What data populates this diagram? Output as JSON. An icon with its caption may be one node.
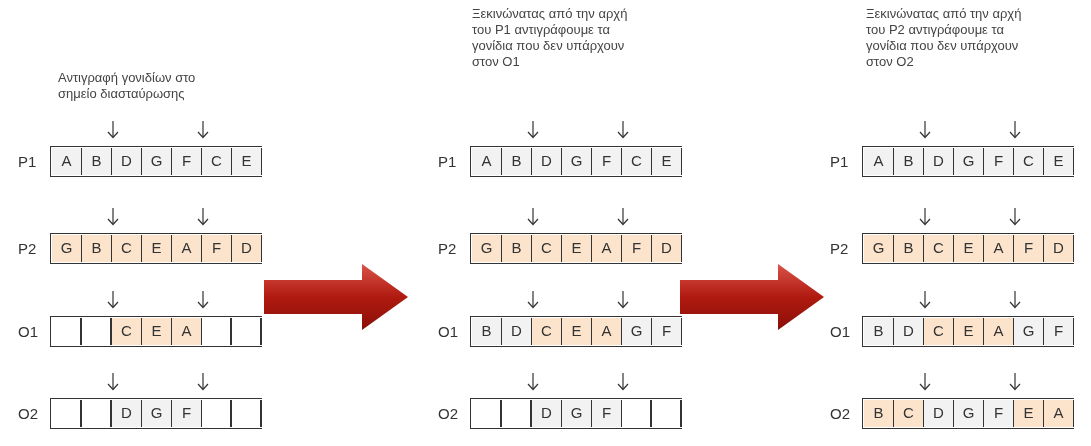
{
  "diagram": {
    "nodes": [
      {
        "text": [],
        "shape": "bar",
        "beside": [
          "P1"
        ]
      },
      {
        "text": [
          "A"
        ],
        "in": 0
      },
      {
        "text": [
          "B"
        ],
        "in": 0
      },
      {
        "text": [
          "D"
        ],
        "in": 0
      },
      {
        "text": [
          "G"
        ],
        "in": 0
      },
      {
        "text": [
          "F"
        ],
        "in": 0
      },
      {
        "text": [
          "C"
        ],
        "in": 0
      },
      {
        "text": [
          "E"
        ],
        "in": 0
      },
      {
        "text": [],
        "shape": "bar",
        "beside": [
          "P2"
        ]
      },
      {
        "text": [
          "G"
        ],
        "in": 8
      },
      {
        "text": [
          "B"
        ],
        "in": 8
      },
      {
        "text": [
          "C"
        ],
        "in": 8
      },
      {
        "text": [
          "E"
        ],
        "in": 8
      },
      {
        "text": [
          "A"
        ],
        "in": 8
      },
      {
        "text": [
          "F"
        ],
        "in": 8
      },
      {
        "text": [
          "D"
        ],
        "in": 8
      },
      {
        "text": [],
        "shape": "bar",
        "beside": [
          "O1"
        ]
      },
      {
        "text": [],
        "shape": "box",
        "in": 16
      },
      {
        "text": [],
        "shape": "box",
        "in": 16
      },
      {
        "text": [
          "C"
        ],
        "in": 16
      },
      {
        "text": [
          "E"
        ],
        "in": 16
      },
      {
        "text": [
          "A"
        ],
        "in": 16
      },
      {
        "text": [],
        "shape": "box",
        "in": 16
      },
      {
        "text": [],
        "shape": "box",
        "in": 16
      },
      {
        "text": [],
        "shape": "bar",
        "beside": [
          "O2"
        ]
      },
      {
        "text": [],
        "shape": "box",
        "in": 24
      },
      {
        "text": [],
        "shape": "box",
        "in": 24
      },
      {
        "text": [
          "D"
        ],
        "in": 24
      },
      {
        "text": [
          "G"
        ],
        "in": 24
      },
      {
        "text": [
          "F"
        ],
        "in": 24
      },
      {
        "text": [],
        "shape": "box",
        "in": 24
      },
      {
        "text": [],
        "shape": "box",
        "in": 24
      },
      {
        "text": [],
        "shape": "bar",
        "beside": [
          "P1"
        ]
      },
      {
        "text": [
          "A"
        ],
        "in": 32
      },
      {
        "text": [
          "B"
        ],
        "in": 32
      },
      {
        "text": [
          "D"
        ],
        "in": 32
      },
      {
        "text": [
          "G"
        ],
        "in": 32
      },
      {
        "text": [
          "F"
        ],
        "in": 32
      },
      {
        "text": [
          "C"
        ],
        "in": 32
      },
      {
        "text": [
          "E"
        ],
        "in": 32
      },
      {
        "text": [],
        "shape": "bar",
        "beside": [
          "P2"
        ]
      },
      {
        "text": [
          "G"
        ],
        "in": 40
      },
      {
        "text": [
          "B"
        ],
        "in": 40
      },
      {
        "text": [
          "C"
        ],
        "in": 40
      },
      {
        "text": [
          "E"
        ],
        "in": 40
      },
      {
        "text": [
          "A"
        ],
        "in": 40
      },
      {
        "text": [
          "F"
        ],
        "in": 40
      },
      {
        "text": [
          "D"
        ],
        "in": 40
      },
      {
        "text": [],
        "shape": "bar",
        "beside": [
          "O1"
        ]
      },
      {
        "text": [
          "B"
        ],
        "in": 48
      },
      {
        "text": [
          "D"
        ],
        "in": 48
      },
      {
        "text": [
          "C"
        ],
        "in": 48
      },
      {
        "text": [
          "E"
        ],
        "in": 48
      },
      {
        "text": [
          "A"
        ],
        "in": 48
      },
      {
        "text": [
          "G"
        ],
        "in": 48
      },
      {
        "text": [
          "F"
        ],
        "in": 48
      },
      {
        "text": [],
        "shape": "bar",
        "beside": [
          "O2"
        ]
      },
      {
        "text": [],
        "shape": "box",
        "in": 56
      },
      {
        "text": [],
        "shape": "box",
        "in": 56
      },
      {
        "text": [
          "D"
        ],
        "in": 56
      },
      {
        "text": [
          "G"
        ],
        "in": 56
      },
      {
        "text": [
          "F"
        ],
        "in": 56
      },
      {
        "text": [],
        "shape": "box",
        "in": 56
      },
      {
        "text": [],
        "shape": "box",
        "in": 56
      },
      {
        "text": [],
        "shape": "bar",
        "beside": [
          "P1"
        ]
      },
      {
        "text": [
          "A"
        ],
        "in": 64
      },
      {
        "text": [
          "B"
        ],
        "in": 64
      },
      {
        "text": [
          "D"
        ],
        "in": 64
      },
      {
        "text": [
          "G"
        ],
        "in": 64
      },
      {
        "text": [
          "F"
        ],
        "in": 64
      },
      {
        "text": [
          "C"
        ],
        "in": 64
      },
      {
        "text": [
          "E"
        ],
        "in": 64
      },
      {
        "text": [],
        "shape": "bar",
        "beside": [
          "P2"
        ]
      },
      {
        "text": [
          "G"
        ],
        "in": 72
      },
      {
        "text": [
          "B"
        ],
        "in": 72
      },
      {
        "text": [
          "C"
        ],
        "in": 72
      },
      {
        "text": [
          "E"
        ],
        "in": 72
      },
      {
        "text": [
          "A"
        ],
        "in": 72
      },
      {
        "text": [
          "F"
        ],
        "in": 72
      },
      {
        "text": [
          "D"
        ],
        "in": 72
      },
      {
        "text": [],
        "shape": "bar",
        "beside": [
          "O1"
        ]
      },
      {
        "text": [
          "B"
        ],
        "in": 80
      },
      {
        "text": [
          "D"
        ],
        "in": 80
      },
      {
        "text": [
          "C"
        ],
        "in": 80
      },
      {
        "text": [
          "E"
        ],
        "in": 80
      },
      {
        "text": [
          "A"
        ],
        "in": 80
      },
      {
        "text": [
          "G"
        ],
        "in": 80
      },
      {
        "text": [
          "F"
        ],
        "in": 80
      },
      {
        "text": [],
        "shape": "bar",
        "beside": [
          "O2"
        ]
      },
      {
        "text": [
          "B"
        ],
        "in": 88
      },
      {
        "text": [
          "C"
        ],
        "in": 88
      },
      {
        "text": [
          "D"
        ],
        "in": 88
      },
      {
        "text": [
          "G"
        ],
        "in": 88
      },
      {
        "text": [
          "F"
        ],
        "in": 88
      },
      {
        "text": [
          "E"
        ],
        "in": 88
      },
      {
        "text": [
          "A"
        ],
        "in": 88
      }
    ],
    "labels": [
      "Αντιγραφή γονιδίων στο σημείο διασταύρωσης",
      "Ξεκινώνατας από την αρχή του P1 αντιγράφουμε τα γονίδια που δεν υπάρχουν στον O1",
      "Ξεκινώνατας από την αρχή του P2 αντιγράφουμε τα γονίδια που δεν υπάρχουν στον O2"
    ]
  }
}
